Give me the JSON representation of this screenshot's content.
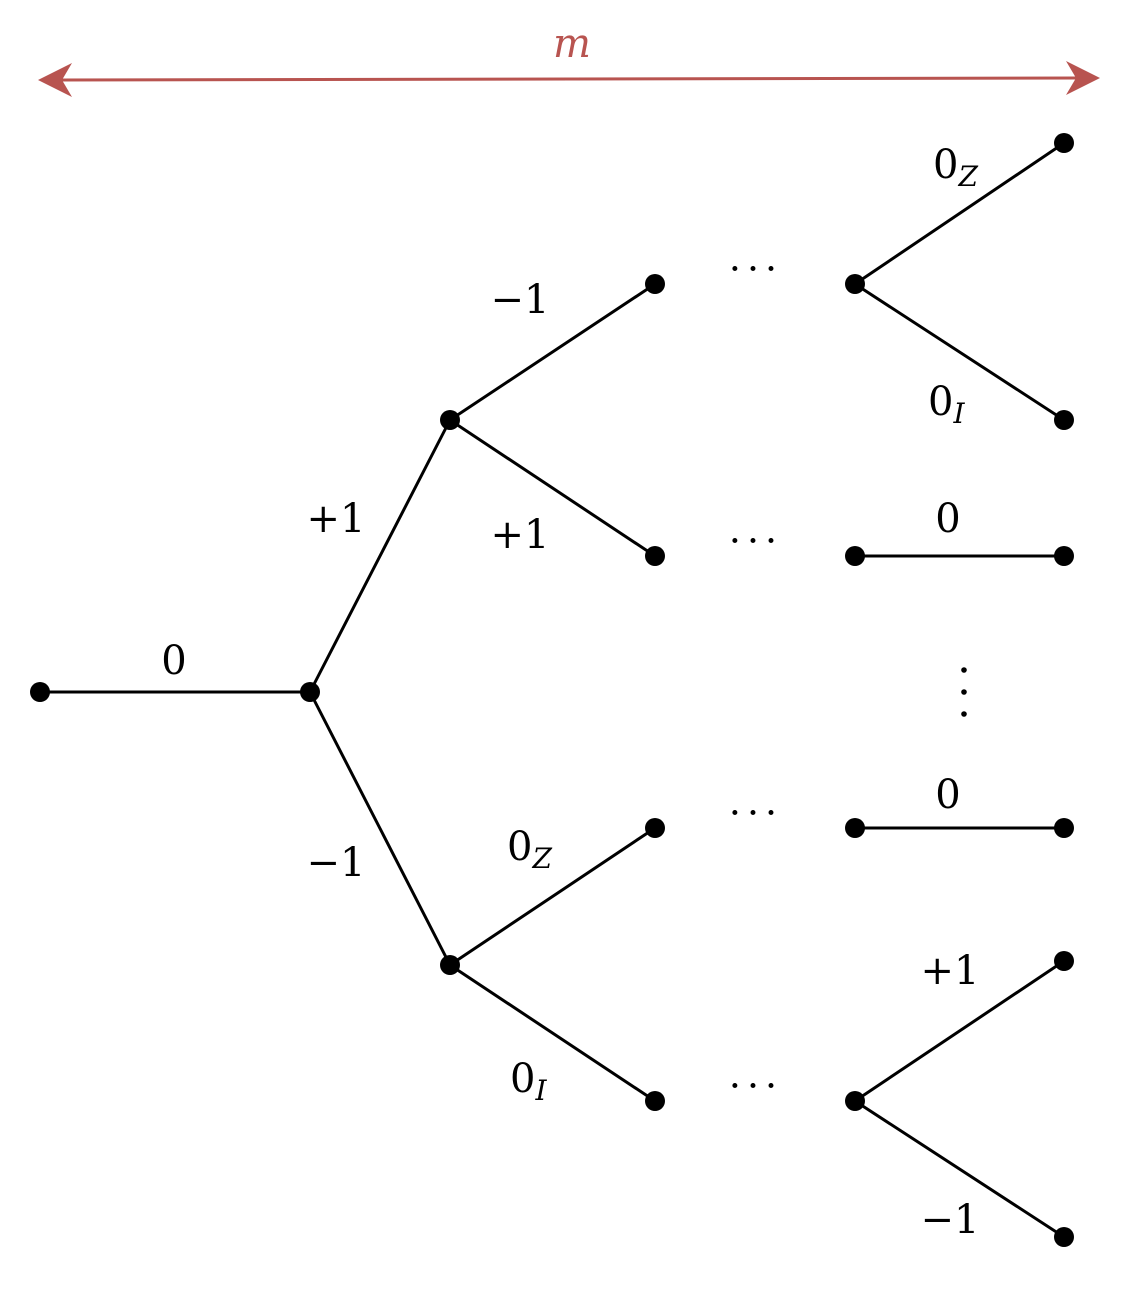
{
  "span": {
    "label": "m",
    "color": "#b85450"
  },
  "edge_labels": {
    "root_edge": "0",
    "upper_branch": "+1",
    "lower_branch": "−1",
    "upper_up": "−1",
    "upper_down": "+1",
    "lower_up": "0",
    "lower_up_sub": "Z",
    "lower_down": "0",
    "lower_down_sub": "I",
    "top_right_up": "0",
    "top_right_up_sub": "Z",
    "top_right_down": "0",
    "top_right_down_sub": "I",
    "row2_right": "0",
    "row3_right": "0",
    "bottom_right_up": "+1",
    "bottom_right_down": "−1"
  },
  "ellipsis": "···"
}
